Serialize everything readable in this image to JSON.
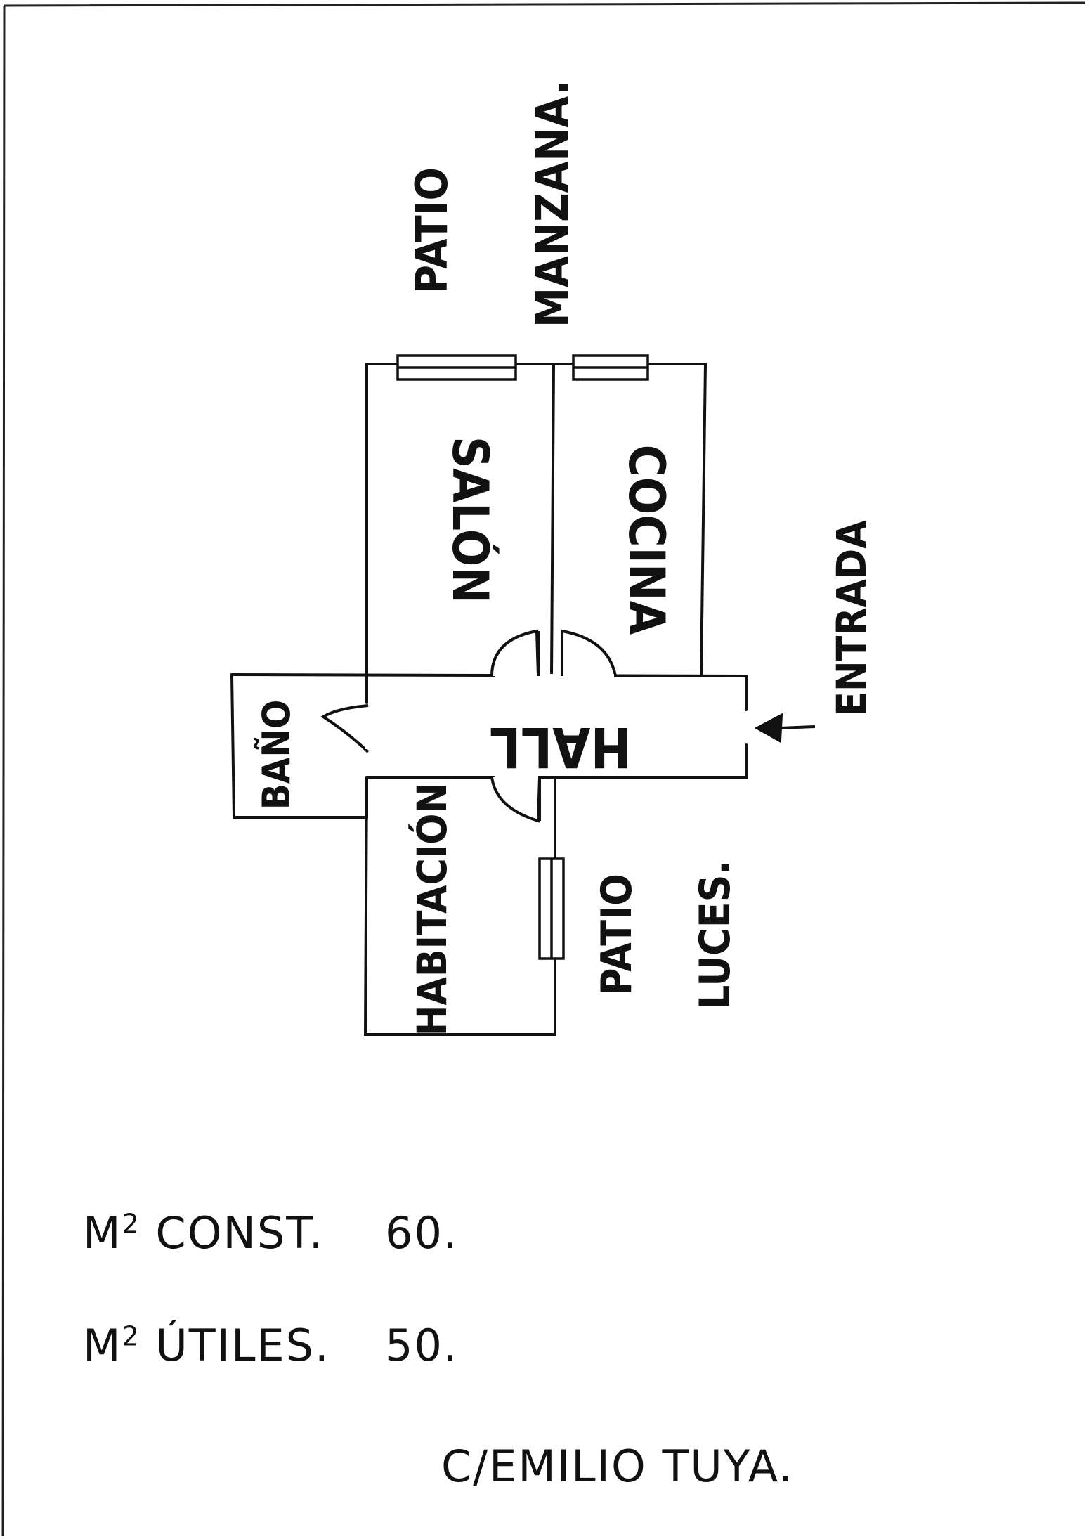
{
  "plan": {
    "rooms": {
      "salon": "SALÓN",
      "cocina": "COCINA",
      "hall": "HALL",
      "bano": "BAÑO",
      "habitacion": "HABITACIÓN"
    },
    "patio_manzana": {
      "line1": "PATIO",
      "line2": "MANZANA."
    },
    "patio_luces": {
      "line1": "PATIO",
      "line2": "LUCES."
    },
    "entrada": "ENTRADA"
  },
  "notes": {
    "constructed": {
      "label_prefix": "M",
      "label_sup": "2",
      "label_rest": "CONST.",
      "value": "60."
    },
    "useful": {
      "label_prefix": "M",
      "label_sup": "2",
      "label_rest": "ÚTILES.",
      "value": "50."
    },
    "address": "C/EMILIO TUYA."
  },
  "colors": {
    "ink": "#111111",
    "paper": "#ffffff"
  }
}
